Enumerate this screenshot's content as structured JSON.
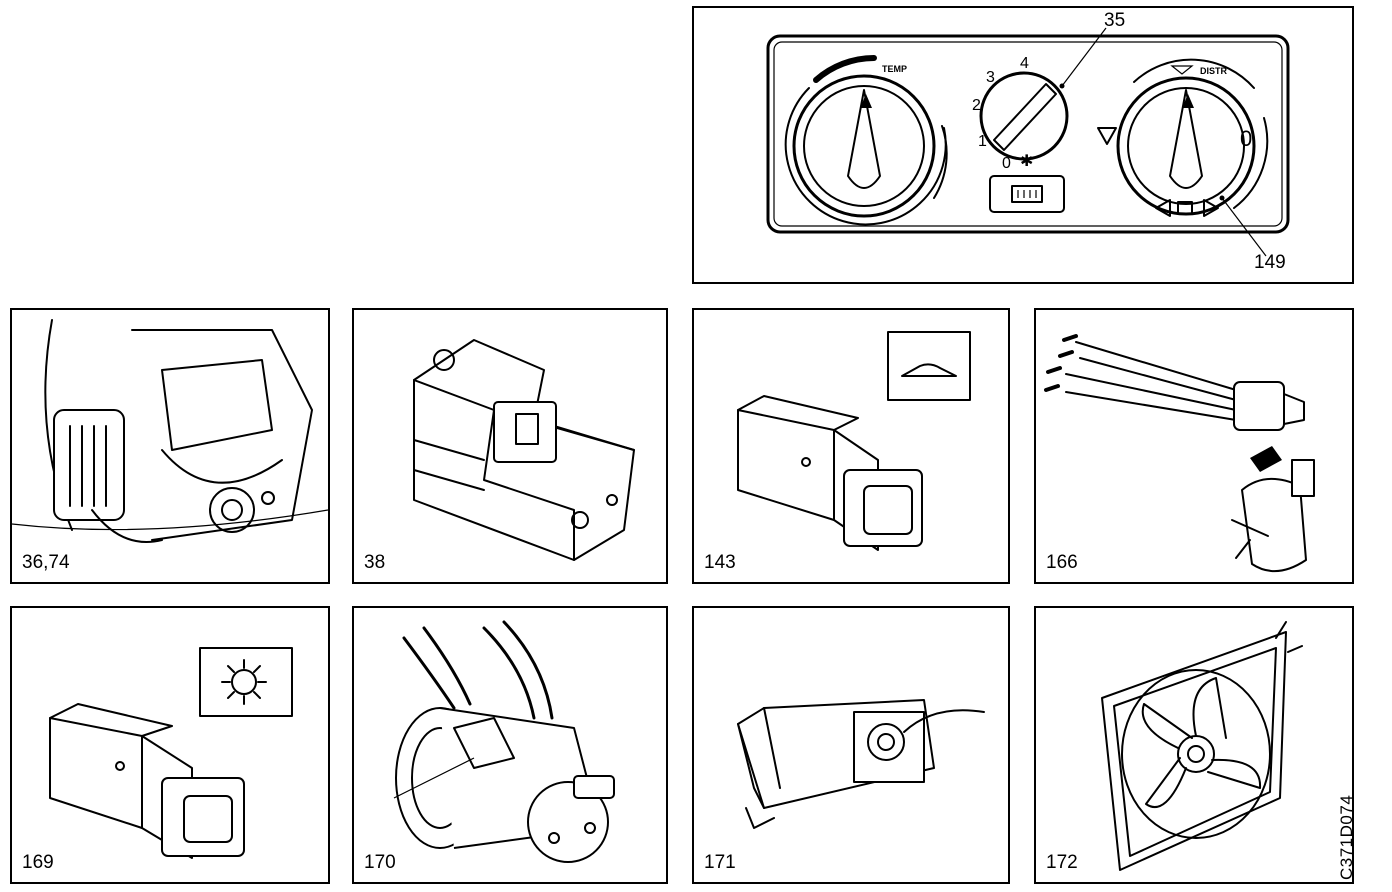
{
  "control_panel": {
    "callout_top": "35",
    "callout_bottom": "149",
    "temp_label": "TEMP",
    "distr_label": "DISTR",
    "fan_numbers": [
      "0",
      "1",
      "2",
      "3",
      "4"
    ],
    "distr_off": "0"
  },
  "panels": [
    {
      "label": "36,74",
      "icon": "blower-motor-icon"
    },
    {
      "label": "38",
      "icon": "servo-motor-icon"
    },
    {
      "label": "143",
      "icon": "rocker-switch-icon"
    },
    {
      "label": "166",
      "icon": "pressure-switch-icon"
    },
    {
      "label": "169",
      "icon": "ac-switch-icon"
    },
    {
      "label": "170",
      "icon": "compressor-icon"
    },
    {
      "label": "171",
      "icon": "thermostat-icon"
    },
    {
      "label": "172",
      "icon": "cooling-fan-icon"
    }
  ],
  "figure_code": "C371D074"
}
